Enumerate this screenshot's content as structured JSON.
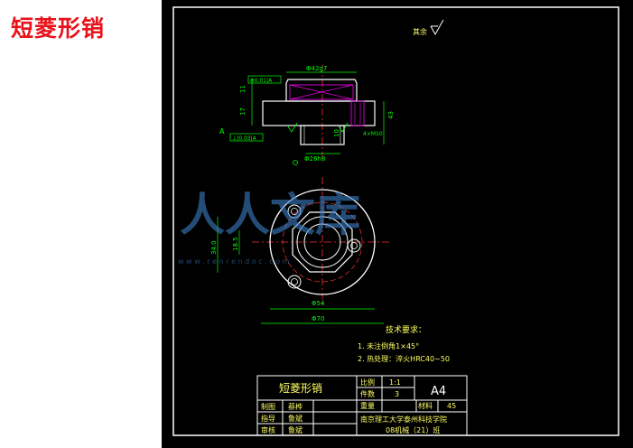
{
  "page_title": "短菱形销",
  "dimensions": {
    "top_diameter": "Φ42g7",
    "h_11": "11",
    "h_17": "17",
    "h_43": "43",
    "h_10": "10",
    "thread_note": "4×M10",
    "shaft_diameter": "Φ26h8",
    "front_width_diam": "Φ54",
    "overall_diam": "Φ70",
    "left_height_1": "34.0",
    "left_height_2": "18.5",
    "gdt_top": "Φ0.01|A",
    "gdt_bottom": "⊥|0.03|A",
    "datum_a": "A",
    "roughness_top_right": "其余"
  },
  "tech_notes": {
    "title": "技术要求：",
    "items": [
      "1. 未注倒角1×45°",
      "2. 热处理：淬火HRC40~50"
    ]
  },
  "title_block": {
    "part_name": "短菱形销",
    "ratio_label": "比例",
    "ratio_value": "1:1",
    "count_label": "件数",
    "count_value": "3",
    "sheet_size": "A4",
    "weight_label": "重量",
    "material_label": "材料",
    "material_value": "45",
    "drawn_label": "制图",
    "drawn_by": "蔡桦",
    "guide_label": "指导",
    "guide_by": "鲁斌",
    "review_label": "审核",
    "review_by": "鲁斌",
    "school": "南京理工大学泰州科技学院",
    "class": "08机械（21）班"
  },
  "watermark": {
    "text": "人人文库",
    "url": "w w w . r e n r e n d o c . c o m"
  },
  "colors": {
    "line_white": "#ffffff",
    "line_green": "#00ff00",
    "line_magenta": "#ff00ff",
    "line_red": "#ff3030",
    "line_cyan": "#00ffff",
    "text_yellow": "#ffff66",
    "title_red": "#e8131b",
    "watermark": "#3b7fc7"
  }
}
